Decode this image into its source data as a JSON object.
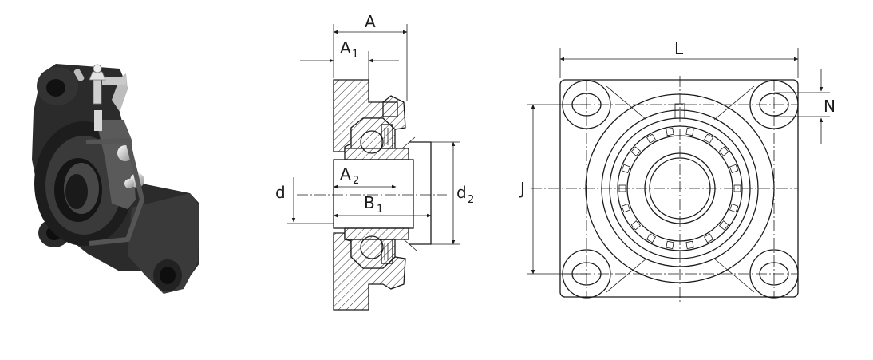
{
  "labels": {
    "A": "A",
    "A1": "A",
    "A1_sub": "1",
    "A2": "A",
    "A2_sub": "2",
    "B1": "B",
    "B1_sub": "1",
    "d": "d",
    "d2": "d",
    "d2_sub": "2",
    "L": "L",
    "J": "J",
    "N": "N"
  },
  "colors": {
    "line": "#1a1a1a",
    "housing_dark": "#2b2b2b",
    "housing_mid": "#4a4a4a",
    "steel": "#c9c9c9",
    "background": "#ffffff"
  }
}
